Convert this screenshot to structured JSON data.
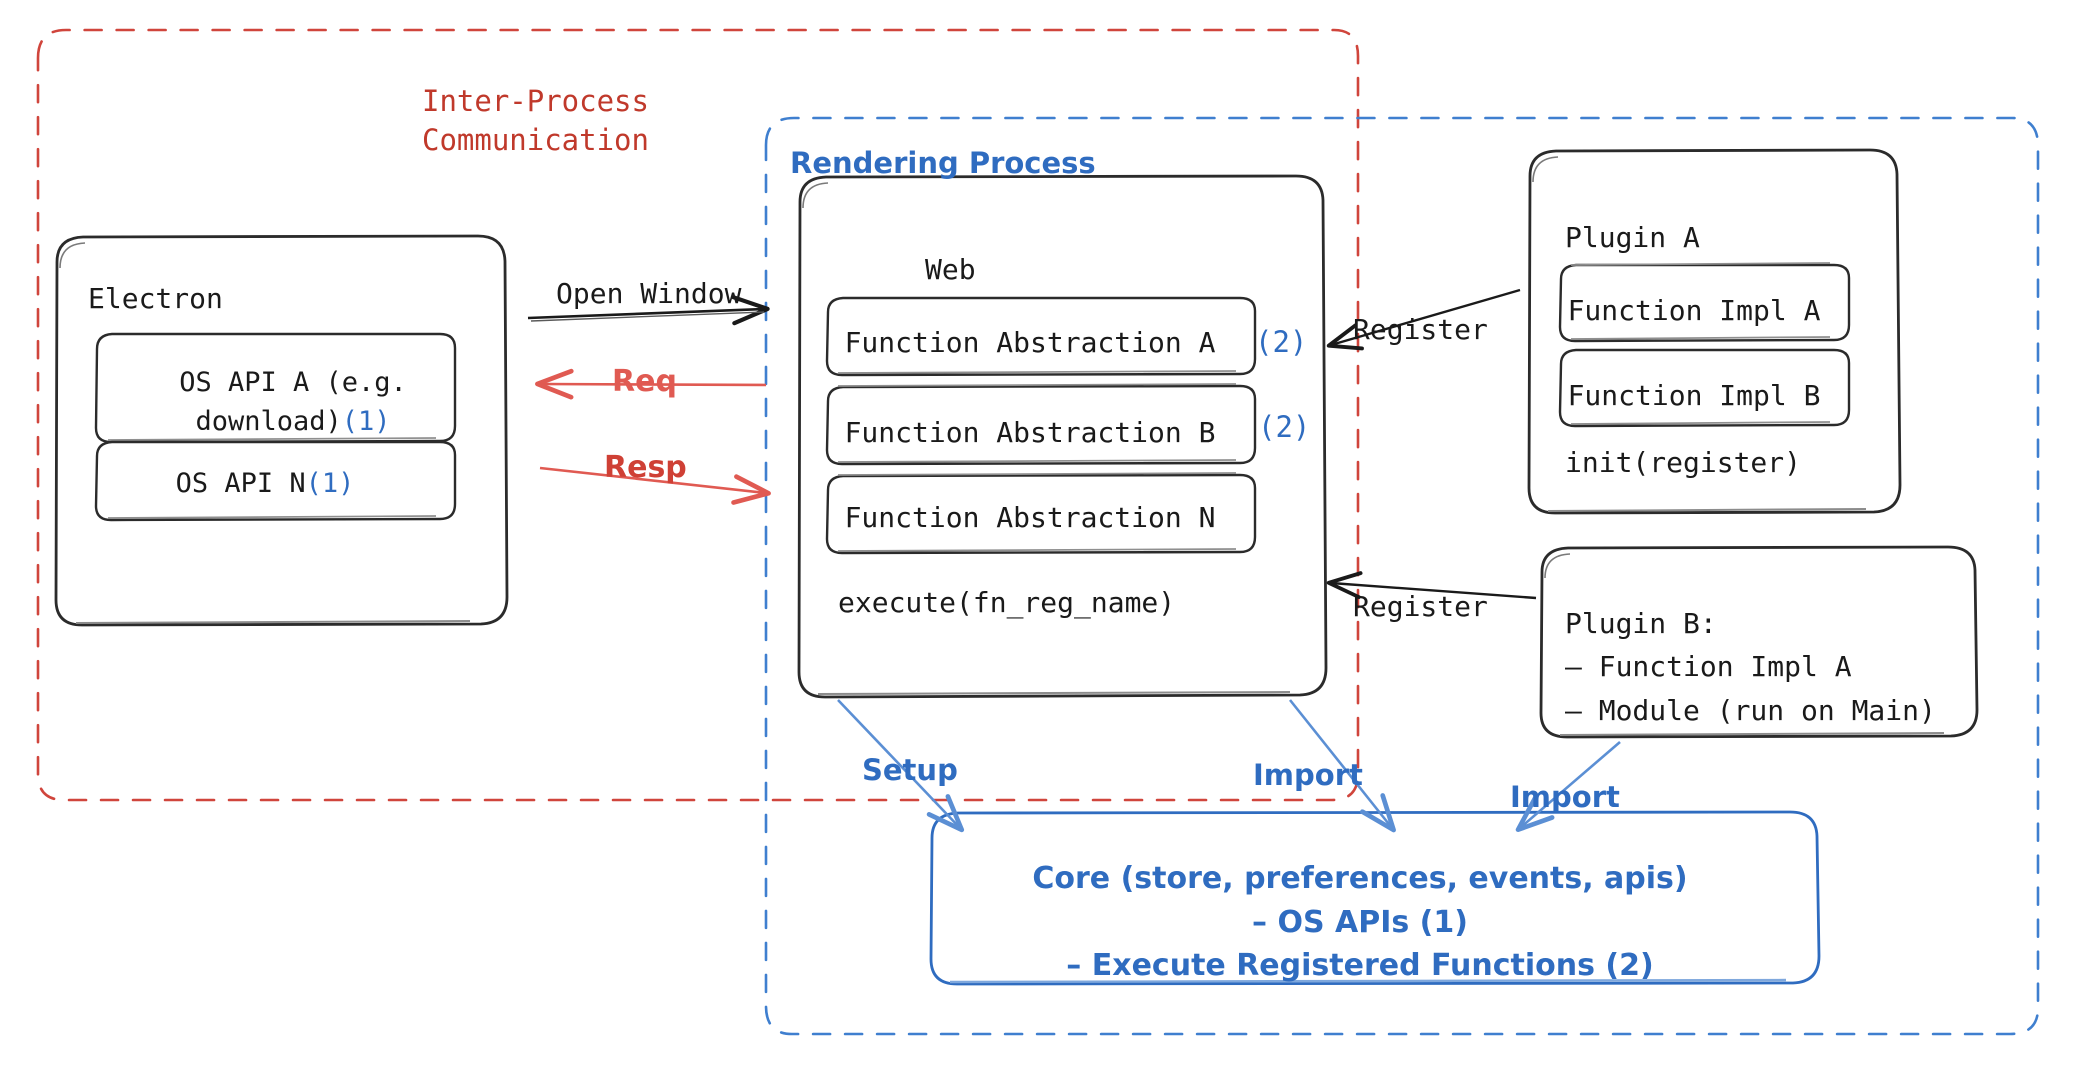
{
  "diagram": {
    "title": "Electron plugin architecture",
    "colors": {
      "ipc_red": "#c0392b",
      "process_blue": "#2f6cc0",
      "arrow_red": "#e05a52",
      "box_black": "#1a1a1a"
    },
    "regions": {
      "ipc": {
        "label": "Inter-Process\nCommunication",
        "border": "dashed-red"
      },
      "rendering": {
        "label": "Rendering Process",
        "border": "dashed-blue"
      }
    },
    "electron": {
      "title": "Electron",
      "items": [
        {
          "label": "OS API A (e.g.\ndownload)",
          "marker": "(1)"
        },
        {
          "label": "OS API N",
          "marker": "(1)"
        }
      ]
    },
    "web": {
      "title": "Web",
      "items": [
        {
          "label": "Function Abstraction A",
          "marker": "(2)"
        },
        {
          "label": "Function Abstraction B",
          "marker": "(2)"
        },
        {
          "label": "Function Abstraction N",
          "marker": ""
        }
      ],
      "footer": "execute(fn_reg_name)"
    },
    "plugin_a": {
      "title": "Plugin A",
      "items": [
        "Function Impl A",
        "Function Impl B"
      ],
      "footer": "init(register)"
    },
    "plugin_b": {
      "title": "Plugin B:",
      "lines": [
        "– Function Impl A",
        "– Module (run on Main)"
      ]
    },
    "core": {
      "line1": "Core (store, preferences, events, apis)",
      "line2": "– OS APIs (1)",
      "line3": "– Execute Registered Functions (2)"
    },
    "arrows": {
      "open_window": "Open Window",
      "req": "Req",
      "resp": "Resp",
      "register_a": "Register",
      "register_b": "Register",
      "setup": "Setup",
      "import_web": "Import",
      "import_plugin": "Import"
    }
  }
}
